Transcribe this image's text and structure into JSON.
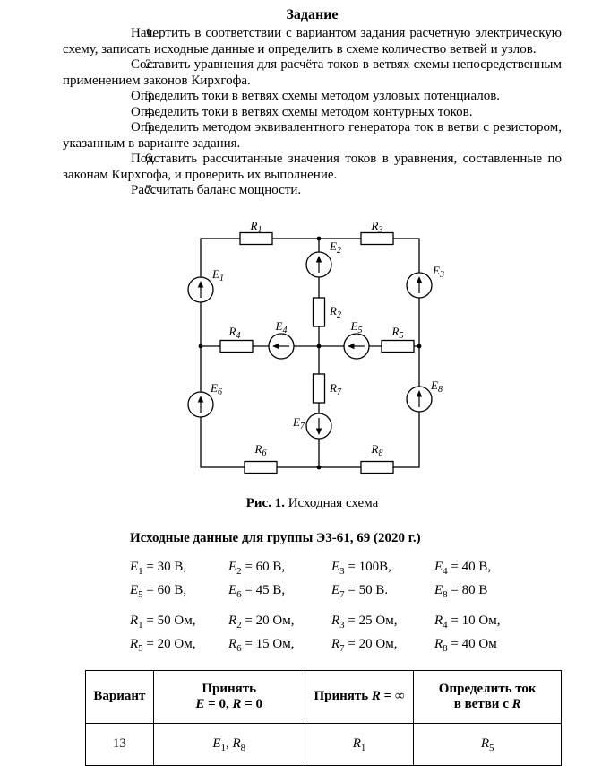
{
  "title": "Задание",
  "tasks": [
    {
      "num": "1.",
      "text": "Начертить в соответствии с вариантом задания расчетную электрическую схему, записать исходные данные и определить в схеме количество ветвей и узлов."
    },
    {
      "num": "2.",
      "text": "Составить уравнения для расчёта токов в ветвях схемы непосредственным применением законов Кирхгофа."
    },
    {
      "num": "3.",
      "text": "Определить токи в ветвях схемы методом узловых потенциалов."
    },
    {
      "num": "4.",
      "text": "Определить токи в ветвях схемы методом контурных токов."
    },
    {
      "num": "5.",
      "text": "Определить методом эквивалентного генератора ток в ветви с резистором, указанным в варианте задания."
    },
    {
      "num": "6.",
      "text": "Подставить рассчитанные значения токов в уравнения, составленные по законам Кирхгофа, и проверить их выполнение."
    },
    {
      "num": "7.",
      "text": "Рассчитать баланс мощности."
    }
  ],
  "figure": {
    "caption_label": "Рис. 1.",
    "caption_text": " Исходная схема",
    "labels": {
      "R1": {
        "s": "R",
        "b": "1"
      },
      "R2": {
        "s": "R",
        "b": "2"
      },
      "R3": {
        "s": "R",
        "b": "3"
      },
      "R4": {
        "s": "R",
        "b": "4"
      },
      "R5": {
        "s": "R",
        "b": "5"
      },
      "R6": {
        "s": "R",
        "b": "6"
      },
      "R7": {
        "s": "R",
        "b": "7"
      },
      "R8": {
        "s": "R",
        "b": "8"
      },
      "E1": {
        "s": "E",
        "b": "1"
      },
      "E2": {
        "s": "E",
        "b": "2"
      },
      "E3": {
        "s": "E",
        "b": "3"
      },
      "E4": {
        "s": "E",
        "b": "4"
      },
      "E5": {
        "s": "E",
        "b": "5"
      },
      "E6": {
        "s": "E",
        "b": "6"
      },
      "E7": {
        "s": "E",
        "b": "7"
      },
      "E8": {
        "s": "E",
        "b": "8"
      }
    }
  },
  "data_section": {
    "heading": "Исходные данные для группы Э3-61, 69 (2020 г.)",
    "row1": [
      {
        "s": "E",
        "b": "1",
        "r": " = 30 В,"
      },
      {
        "s": "E",
        "b": "2",
        "r": " = 60 В,"
      },
      {
        "s": "E",
        "b": "3",
        "r": " = 100В,"
      },
      {
        "s": "E",
        "b": "4",
        "r": " = 40 В,"
      }
    ],
    "row2": [
      {
        "s": "E",
        "b": "5",
        "r": " = 60 В,"
      },
      {
        "s": "E",
        "b": "6",
        "r": " = 45 В,"
      },
      {
        "s": "E",
        "b": "7",
        "r": " = 50 В."
      },
      {
        "s": "E",
        "b": "8",
        "r": " = 80 В"
      }
    ],
    "row3": [
      {
        "s": "R",
        "b": "1",
        "r": " = 50 Ом,"
      },
      {
        "s": "R",
        "b": "2",
        "r": " = 20 Ом,"
      },
      {
        "s": "R",
        "b": "3",
        "r": " = 25 Ом,"
      },
      {
        "s": "R",
        "b": "4",
        "r": " = 10 Ом,"
      }
    ],
    "row4": [
      {
        "s": "R",
        "b": "5",
        "r": " = 20 Ом,"
      },
      {
        "s": "R",
        "b": "6",
        "r": " = 15 Ом,"
      },
      {
        "s": "R",
        "b": "7",
        "r": " = 20 Ом,"
      },
      {
        "s": "R",
        "b": "8",
        "r": " = 40 Ом"
      }
    ]
  },
  "table": {
    "col1": "Вариант",
    "col2_line1": "Принять",
    "col2_e": "E",
    "col2_mid": " = 0, ",
    "col2_r": "R",
    "col2_end": " = 0",
    "col3_pre": "Принять ",
    "col3_sym": "R",
    "col3_post": " = ∞",
    "col4_line1": "Определить ток",
    "col4_pre": "в ветви с ",
    "col4_sym": "R",
    "row": {
      "variant": "13",
      "c2_s1": "E",
      "c2_b1": "1",
      "c2_sep": ", ",
      "c2_s2": "R",
      "c2_b2": "8",
      "c3_s": "R",
      "c3_b": "1",
      "c4_s": "R",
      "c4_b": "5"
    }
  }
}
